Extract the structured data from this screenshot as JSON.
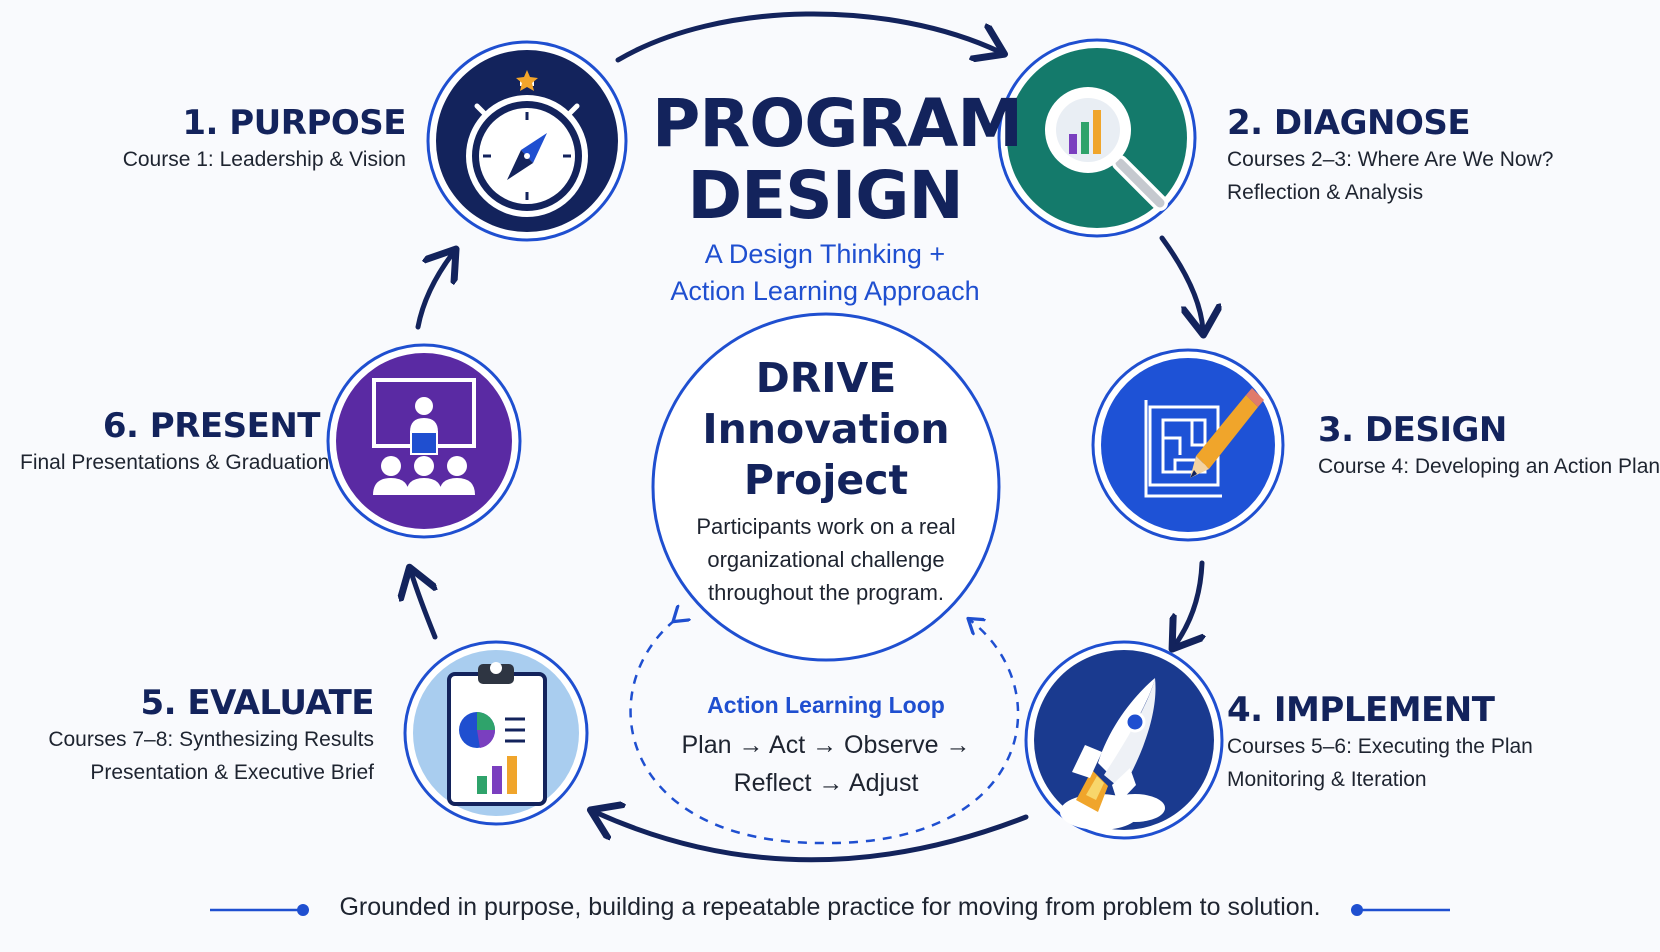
{
  "header": {
    "title_line1": "PROGRAM",
    "title_line2": "DESIGN",
    "subtitle_line1": "A Design Thinking +",
    "subtitle_line2": "Action Learning Approach"
  },
  "center": {
    "title_line1": "DRIVE",
    "title_line2": "Innovation",
    "title_line3": "Project",
    "desc_line1": "Participants work on a real",
    "desc_line2": "organizational challenge",
    "desc_line3": "throughout the program."
  },
  "loop": {
    "title": "Action Learning Loop",
    "line1": "Plan → Act → Observe →",
    "line2": "Reflect → Adjust"
  },
  "steps": [
    {
      "title": "1. PURPOSE",
      "line1": "Course 1: Leadership & Vision",
      "line2": "",
      "icon": "compass-icon",
      "color": "#13235c"
    },
    {
      "title": "2. DIAGNOSE",
      "line1": "Courses 2–3: Where Are We Now?",
      "line2": "Reflection & Analysis",
      "icon": "magnifier-chart-icon",
      "color": "#147a6b"
    },
    {
      "title": "3. DESIGN",
      "line1": "Course 4: Developing an Action Plan",
      "line2": "",
      "icon": "blueprint-pencil-icon",
      "color": "#1e52d6"
    },
    {
      "title": "4. IMPLEMENT",
      "line1": "Courses 5–6: Executing the Plan",
      "line2": "Monitoring & Iteration",
      "icon": "rocket-icon",
      "color": "#1a3a8f"
    },
    {
      "title": "5. EVALUATE",
      "line1": "Courses 7–8: Synthesizing Results",
      "line2": "Presentation & Executive Brief",
      "icon": "clipboard-chart-icon",
      "color": "#a9cdef"
    },
    {
      "title": "6. PRESENT",
      "line1": "Final Presentations & Graduation",
      "line2": "",
      "icon": "presenter-audience-icon",
      "color": "#5a2aa3"
    }
  ],
  "footer": {
    "text": "Grounded in purpose, building a repeatable practice for moving from problem to solution."
  }
}
